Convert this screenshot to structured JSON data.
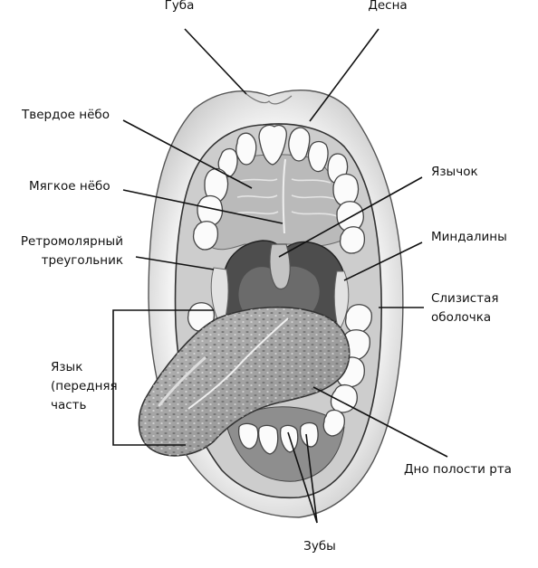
{
  "diagram": {
    "labels": {
      "lip": "Губа",
      "gum": "Десна",
      "hard_palate": "Твердое нёбо",
      "uvula": "Язычок",
      "soft_palate": "Мягкое нёбо",
      "tonsils": "Миндалины",
      "retromolar_line1": "Ретромолярный",
      "retromolar_line2": "треугольник",
      "mucosa_line1": "Слизистая",
      "mucosa_line2": "оболочка",
      "tongue_line1": "Язык",
      "tongue_line2": "(передняя",
      "tongue_line3": "часть",
      "floor": "Дно полости рта",
      "teeth": "Зубы"
    },
    "colors": {
      "line": "#111111",
      "lip": "#e9e9e9",
      "gum": "#c8c8c8",
      "palate": "#bdbdbd",
      "throat": "#4a4a4a",
      "tongue": "#9c9c9c",
      "tooth": "#fafafa"
    }
  }
}
